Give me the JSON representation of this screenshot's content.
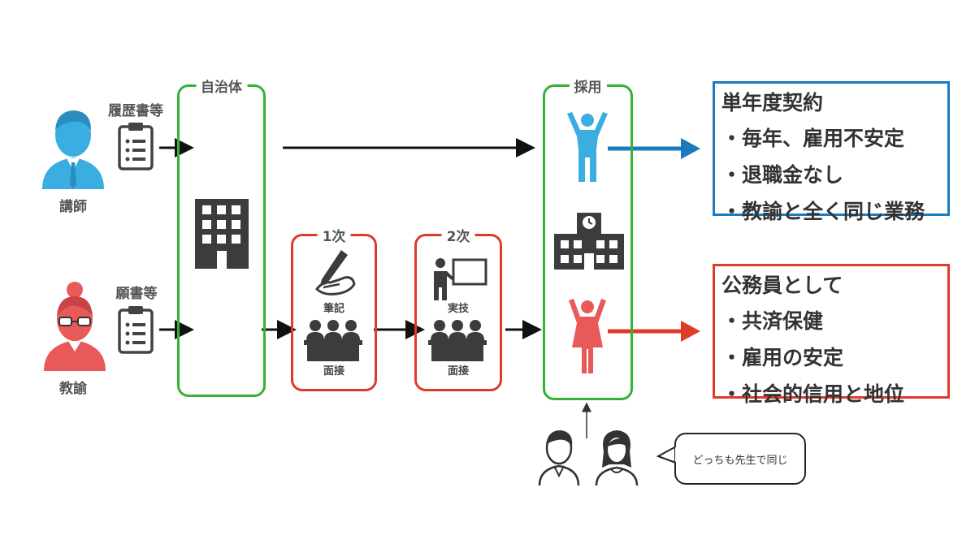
{
  "actors": {
    "lecturer": {
      "label": "講師",
      "document_label": "履歴書等"
    },
    "teacher": {
      "label": "教諭",
      "document_label": "願書等"
    }
  },
  "boxes": {
    "municipality": {
      "title": "自治体"
    },
    "stage1": {
      "title": "1次",
      "activity_label": "筆記",
      "interview_label": "面接"
    },
    "stage2": {
      "title": "2次",
      "activity_label": "実技",
      "interview_label": "面接"
    },
    "hiring": {
      "title": "採用"
    }
  },
  "outcomes": {
    "lecturer": {
      "title": "単年度契約",
      "items": [
        "・毎年、雇用不安定",
        "・退職金なし",
        "・教諭と全く同じ業務"
      ],
      "color": "#1a7bbf"
    },
    "teacher": {
      "title": "公務員として",
      "items": [
        "・共済保健",
        "・雇用の安定",
        "・社会的信用と地位"
      ],
      "color": "#e03a2a"
    }
  },
  "comment": {
    "text": "どっちも先生で同じ"
  },
  "colors": {
    "green": "#33b233",
    "red": "#e03a2a",
    "blue": "#1a7bbf",
    "lecturer": "#3aaee0",
    "teacher": "#e85a5a",
    "dark": "#3c3c3c"
  },
  "icons": [
    "person-male-icon",
    "person-female-icon",
    "clipboard-icon",
    "building-icon",
    "writing-hand-icon",
    "teacher-board-icon",
    "interview-panel-icon",
    "school-icon",
    "person-cheering-icon",
    "student-icon"
  ]
}
